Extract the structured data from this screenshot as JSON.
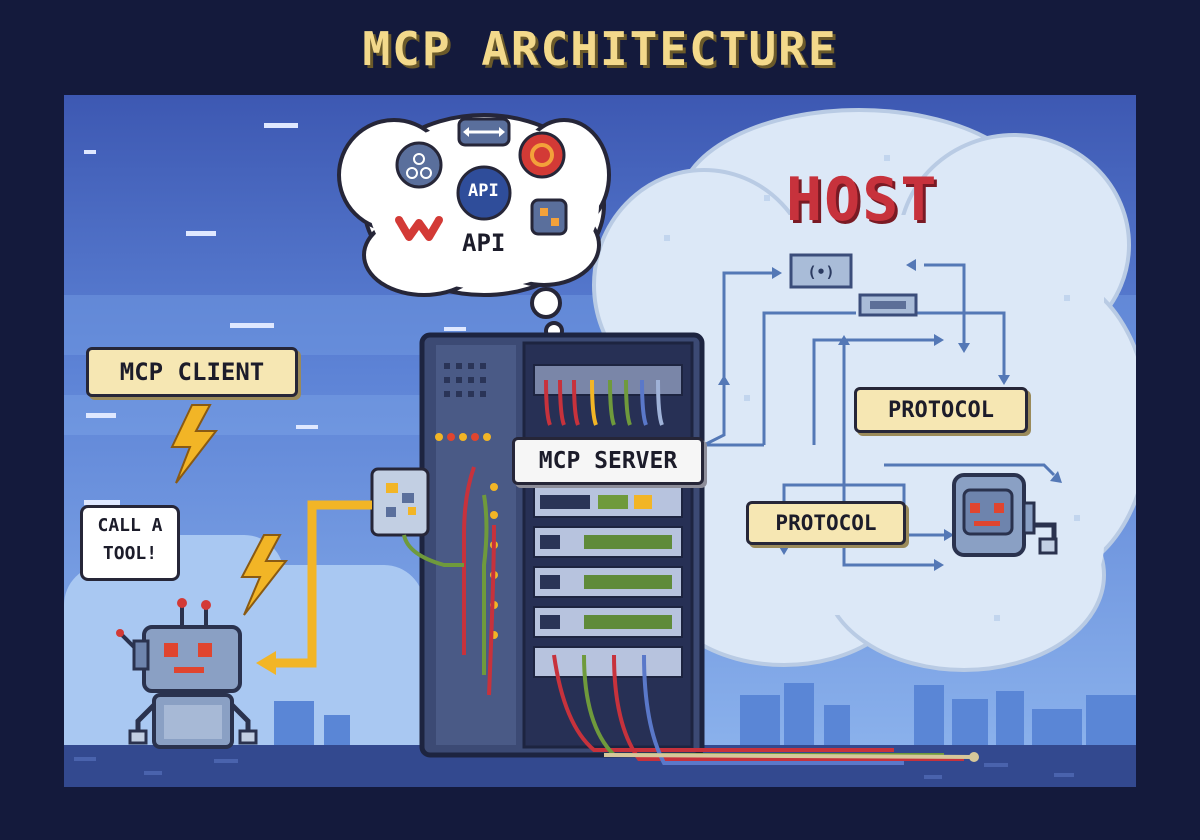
{
  "title": "MCP ARCHITECTURE",
  "labels": {
    "mcp_client": "MCP CLIENT",
    "mcp_server": "MCP SERVER",
    "host": "HOST",
    "protocol_top": "PROTOCOL",
    "protocol_bottom": "PROTOCOL",
    "call_line1": "CALL A",
    "call_line2": "TOOL!",
    "api_badge": "API",
    "api_caption": "API"
  },
  "icons": [
    "arrow-left-right-icon",
    "network-icon",
    "gear-icon",
    "api-icon",
    "waveform-icon",
    "puzzle-icon",
    "lightning-icon",
    "robot-icon",
    "server-rack-icon",
    "cloud-icon"
  ],
  "colors": {
    "background": "#141a3c",
    "sky": "#4f6fc6",
    "title": "#f3d98b",
    "host": "#c7323c",
    "cable_yellow": "#f2b526",
    "label_fill": "#f6e7b3"
  }
}
